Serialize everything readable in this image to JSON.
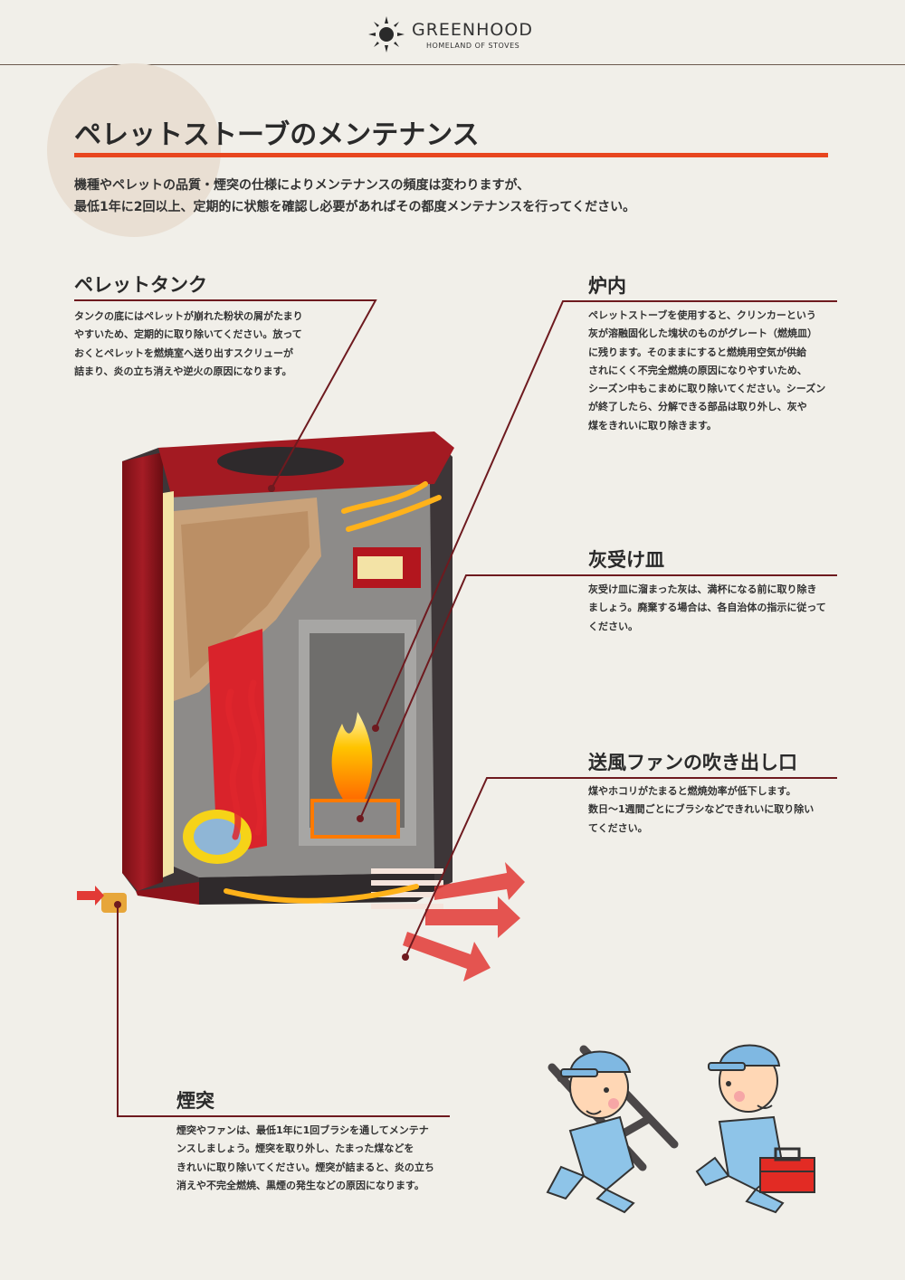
{
  "header": {
    "brand_name": "GREENHOOD",
    "brand_tagline": "HOMELAND OF STOVES"
  },
  "page": {
    "title": "ペレットストーブのメンテナンス",
    "intro_lines": [
      "機種やペレットの品質・煙突の仕様によりメンテナンスの頻度は変わりますが、",
      "最低1年に2回以上、定期的に状態を確認し必要があればその都度メンテナンスを行ってください。"
    ]
  },
  "sections": {
    "pellet_tank": {
      "heading": "ペレットタンク",
      "lines": [
        "タンクの底にはペレットが崩れた粉状の屑がたまり",
        "やすいため、定期的に取り除いてください。放って",
        "おくとペレットを燃焼室へ送り出すスクリューが",
        "詰まり、炎の立ち消えや逆火の原因になります。"
      ]
    },
    "furnace": {
      "heading": "炉内",
      "lines": [
        "ペレットストーブを使用すると、クリンカーという",
        "灰が溶融固化した塊状のものがグレート（燃焼皿）",
        "に残ります。そのままにすると燃焼用空気が供給",
        "されにくく不完全燃焼の原因になりやすいため、",
        "シーズン中もこまめに取り除いてください。シーズン",
        "が終了したら、分解できる部品は取り外し、灰や",
        "煤をきれいに取り除きます。"
      ]
    },
    "ash_tray": {
      "heading": "灰受け皿",
      "lines": [
        "灰受け皿に溜まった灰は、満杯になる前に取り除き",
        "ましょう。廃棄する場合は、各自治体の指示に従って",
        "ください。"
      ]
    },
    "fan_outlet": {
      "heading": "送風ファンの吹き出し口",
      "lines": [
        "煤やホコリがたまると燃焼効率が低下します。",
        "数日〜1週間ごとにブラシなどできれいに取り除い",
        "てください。"
      ]
    },
    "chimney": {
      "heading": "煙突",
      "lines": [
        "煙突やファンは、最低1年に1回ブラシを通してメンテナ",
        "ンスしましょう。煙突を取り外し、たまった煤などを",
        "きれいに取り除いてください。煙突が詰まると、炎の立ち",
        "消えや不完全燃焼、黒煙の発生などの原因になります。"
      ]
    }
  },
  "colors": {
    "accent": "#e8461f",
    "leader": "#6e1a1f",
    "stove_red": "#9c1a22",
    "background": "#f1efe9"
  },
  "icons": {
    "logo": "sun-icon"
  }
}
